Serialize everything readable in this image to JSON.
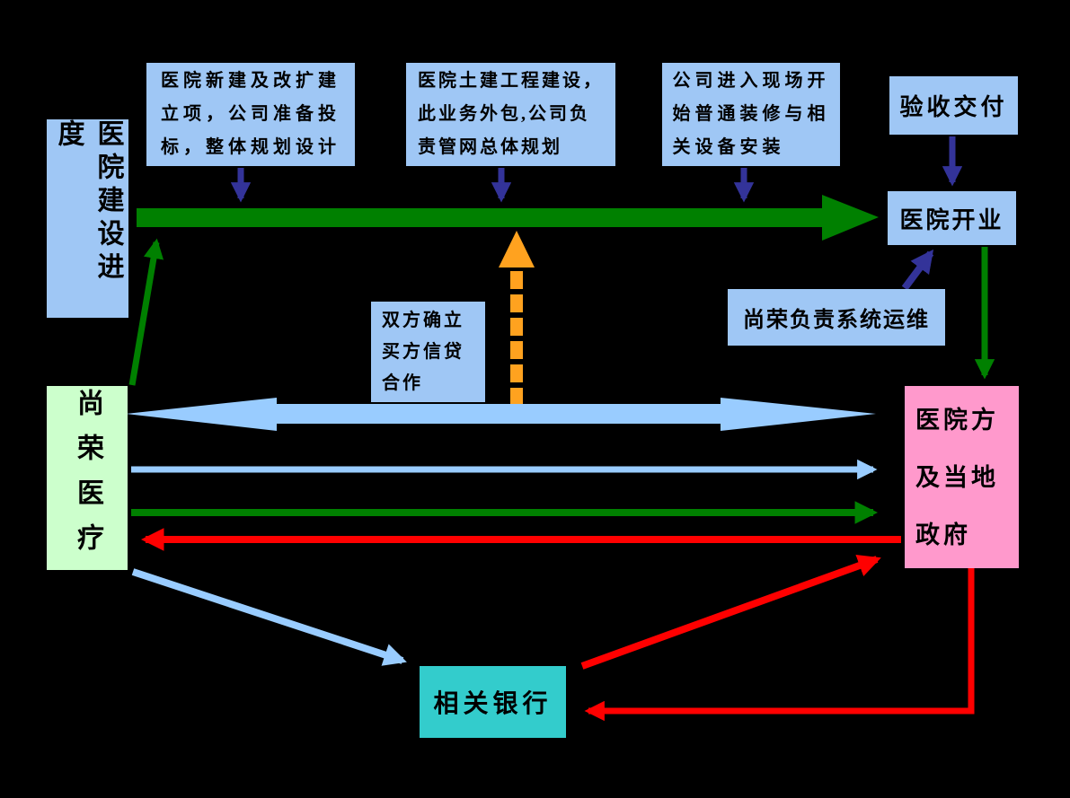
{
  "colors": {
    "background": "#000000",
    "box_blue": "#9FC7F5",
    "box_green": "#CCFFCC",
    "box_pink": "#FF99CC",
    "box_teal": "#33CCCC",
    "arrow_dark_green": "#008000",
    "arrow_navy": "#333399",
    "arrow_red": "#FF0000",
    "arrow_orange": "#FFA21F",
    "arrow_light_blue": "#99CCFF"
  },
  "nodes": {
    "progress_label": "医院建设进度",
    "phase1": "医院新建及改扩建\n立项，公司准备投\n标，整体规划设计",
    "phase2": "医院土建工程建设，\n此业务外包,公司负\n责管网总体规划",
    "phase3": "公司进入现场开\n始普通装修与相\n关设备安装",
    "acceptance": "验收交付",
    "opening": "医院开业",
    "maintenance": "尚荣负责系统运维",
    "credit": "双方确立\n买方信贷\n合作",
    "shangrong": "尚荣医疗",
    "hospital_gov": "医院方\n及当地\n政府",
    "bank": "相关银行"
  },
  "arrows": {
    "timeline": {
      "name": "construction-timeline",
      "color": "dark-green"
    },
    "phase_markers": {
      "count": 3,
      "color": "navy"
    },
    "acceptance_to_opening": {
      "color": "navy"
    },
    "maintenance_to_opening": {
      "color": "navy"
    },
    "shangrong_to_timeline": {
      "color": "dark-green"
    },
    "opening_to_hospital": {
      "color": "dark-green"
    },
    "credit_to_timeline": {
      "color": "orange",
      "style": "dashed"
    },
    "shangrong_hospital_double": {
      "color": "light-blue",
      "style": "double-headed"
    },
    "shangrong_to_hospital_thin": {
      "color": "light-blue"
    },
    "shangrong_to_hospital_green": {
      "color": "dark-green"
    },
    "hospital_to_shangrong_red": {
      "color": "red"
    },
    "shangrong_to_bank": {
      "color": "light-blue"
    },
    "bank_to_hospital": {
      "color": "red"
    },
    "hospital_to_bank_elbow": {
      "color": "red"
    }
  }
}
